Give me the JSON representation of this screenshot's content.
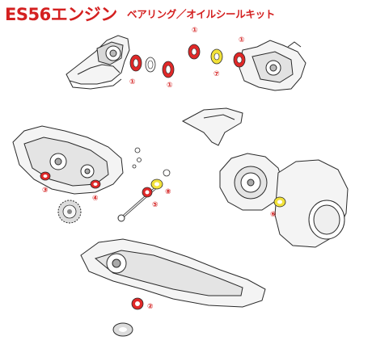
{
  "header": {
    "title": "ES56エンジン",
    "subtitle": "ベアリング／オイルシールキット"
  },
  "colors": {
    "accent": "#d42020",
    "bearing_red": "#e02828",
    "seal_yellow": "#f2e23a",
    "line": "#2a2a2a"
  },
  "callouts": [
    {
      "id": "c1a",
      "text": "①"
    },
    {
      "id": "c1b",
      "text": "①"
    },
    {
      "id": "c1c",
      "text": "①"
    },
    {
      "id": "c1d",
      "text": "①"
    },
    {
      "id": "c7",
      "text": "⑦"
    },
    {
      "id": "c3",
      "text": "③"
    },
    {
      "id": "c4",
      "text": "④"
    },
    {
      "id": "c8",
      "text": "⑧"
    },
    {
      "id": "c5",
      "text": "⑤"
    },
    {
      "id": "c6",
      "text": "⑥"
    },
    {
      "id": "c2",
      "text": "②"
    }
  ]
}
